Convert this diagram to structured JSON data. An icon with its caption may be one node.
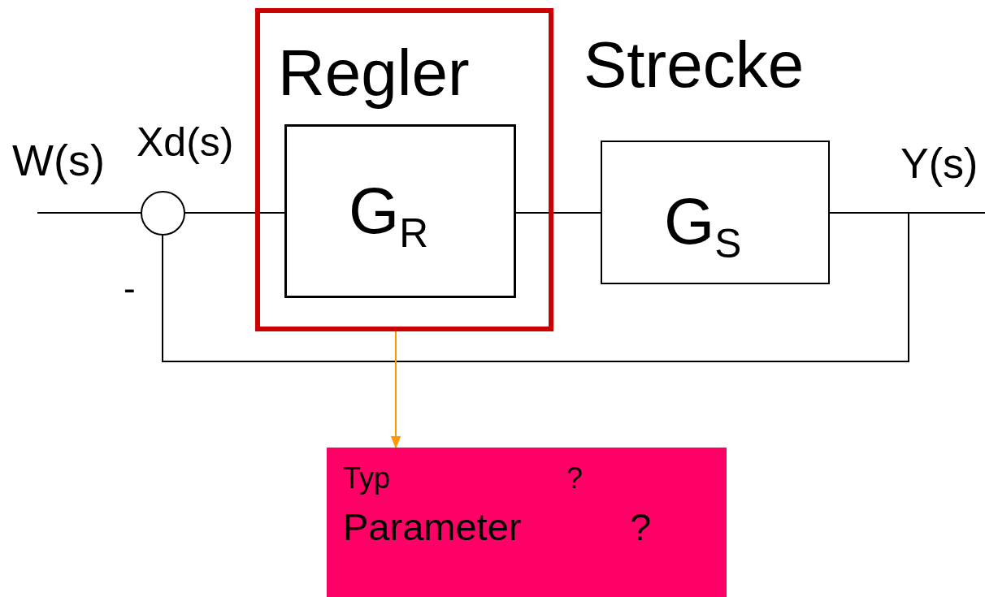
{
  "diagram": {
    "nodes": [
      {
        "text": [
          "Regler"
        ]
      },
      {
        "text": [
          "G$_{R}$"
        ],
        "in": 0
      },
      {
        "text": [
          "Strecke",
          "G$_{S}$"
        ]
      },
      {
        "text": [],
        "shape": "circle"
      },
      {
        "text": [
          "Typ",
          "?",
          "Parameter",
          "?"
        ]
      }
    ],
    "edges": [
      {
        "from": null,
        "to": 3,
        "arrow": "none",
        "label": "W(s)"
      },
      {
        "from": 3,
        "to": 1,
        "arrow": "none",
        "label": "Xd(s)"
      },
      {
        "from": 1,
        "to": 2,
        "arrow": "none"
      },
      {
        "from": 2,
        "to": null,
        "arrow": "none",
        "label": "Y(s)"
      },
      {
        "from": 2,
        "to": 3,
        "arrow": "none"
      },
      {
        "from": 0,
        "to": 4,
        "arrow": "to",
        "color": "#ff9900"
      }
    ],
    "labels": [
      "-"
    ]
  }
}
